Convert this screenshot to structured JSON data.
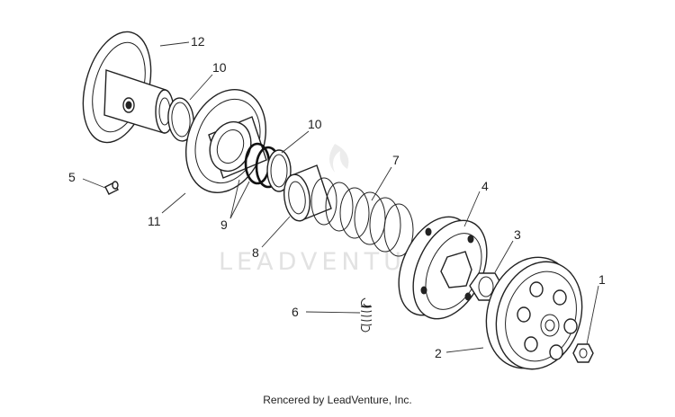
{
  "watermark": "LEADVENTURE",
  "credit": "Rencered by LeadVenture, Inc.",
  "callouts": [
    {
      "id": "12",
      "label": "12"
    },
    {
      "id": "10a",
      "label": "10"
    },
    {
      "id": "10b",
      "label": "10"
    },
    {
      "id": "5",
      "label": "5"
    },
    {
      "id": "11",
      "label": "11"
    },
    {
      "id": "9",
      "label": "9"
    },
    {
      "id": "8",
      "label": "8"
    },
    {
      "id": "7",
      "label": "7"
    },
    {
      "id": "4",
      "label": "4"
    },
    {
      "id": "3",
      "label": "3"
    },
    {
      "id": "6",
      "label": "6"
    },
    {
      "id": "1",
      "label": "1"
    },
    {
      "id": "2",
      "label": "2"
    }
  ]
}
